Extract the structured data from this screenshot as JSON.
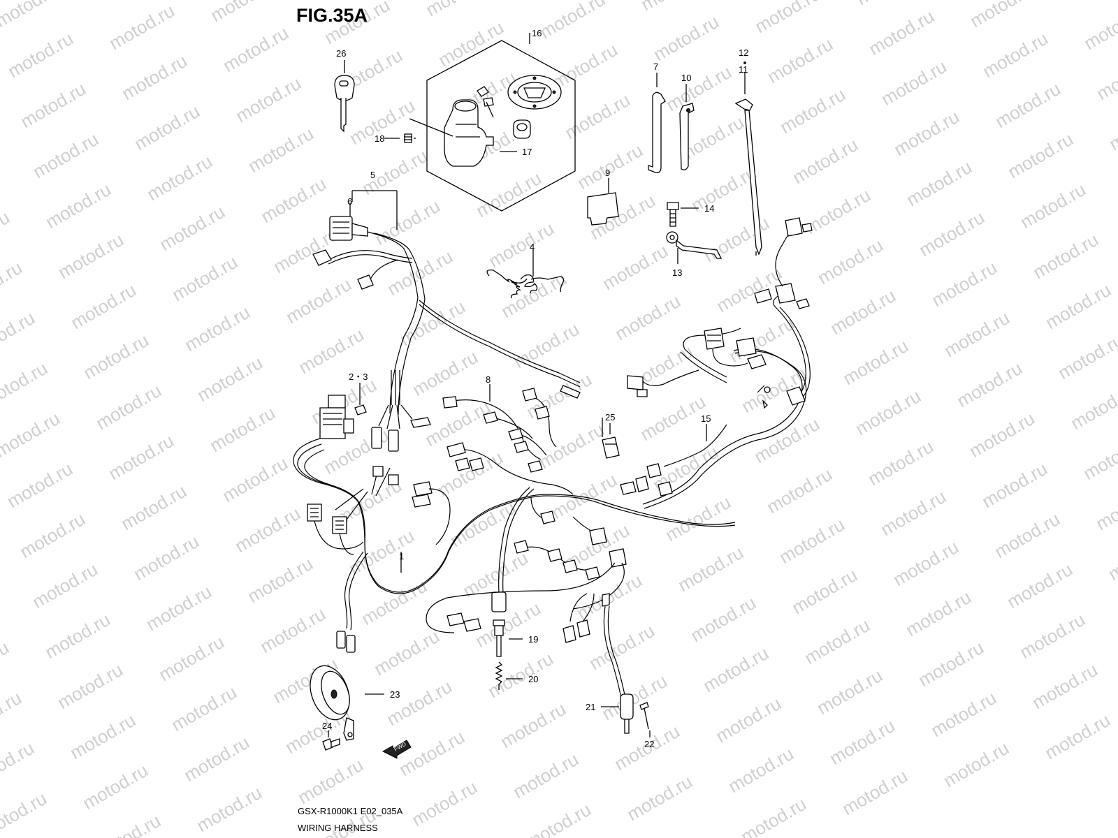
{
  "figure": {
    "title": "FIG.35A",
    "watermark": "motod.ru",
    "model_code": "GSX-R1000K1 E02_035A",
    "caption": "WIRING HARNESS",
    "fwd_label": "FWD"
  },
  "callouts": {
    "n1": "1",
    "n2_3": "2・3",
    "n4": "4",
    "n5": "5",
    "n6": "6",
    "n7": "7",
    "n8": "8",
    "n9": "9",
    "n10": "10",
    "n11": "11",
    "n12": "12",
    "n13": "13",
    "n14": "14",
    "n15": "15",
    "n16": "16",
    "n17": "17",
    "n18": "18",
    "n19": "19",
    "n20": "20",
    "n21": "21",
    "n22": "22",
    "n23": "23",
    "n24": "24",
    "n25": "25",
    "n26": "26"
  },
  "colors": {
    "line": "#000000",
    "watermark": "#cfcfcf",
    "background": "#ffffff"
  }
}
